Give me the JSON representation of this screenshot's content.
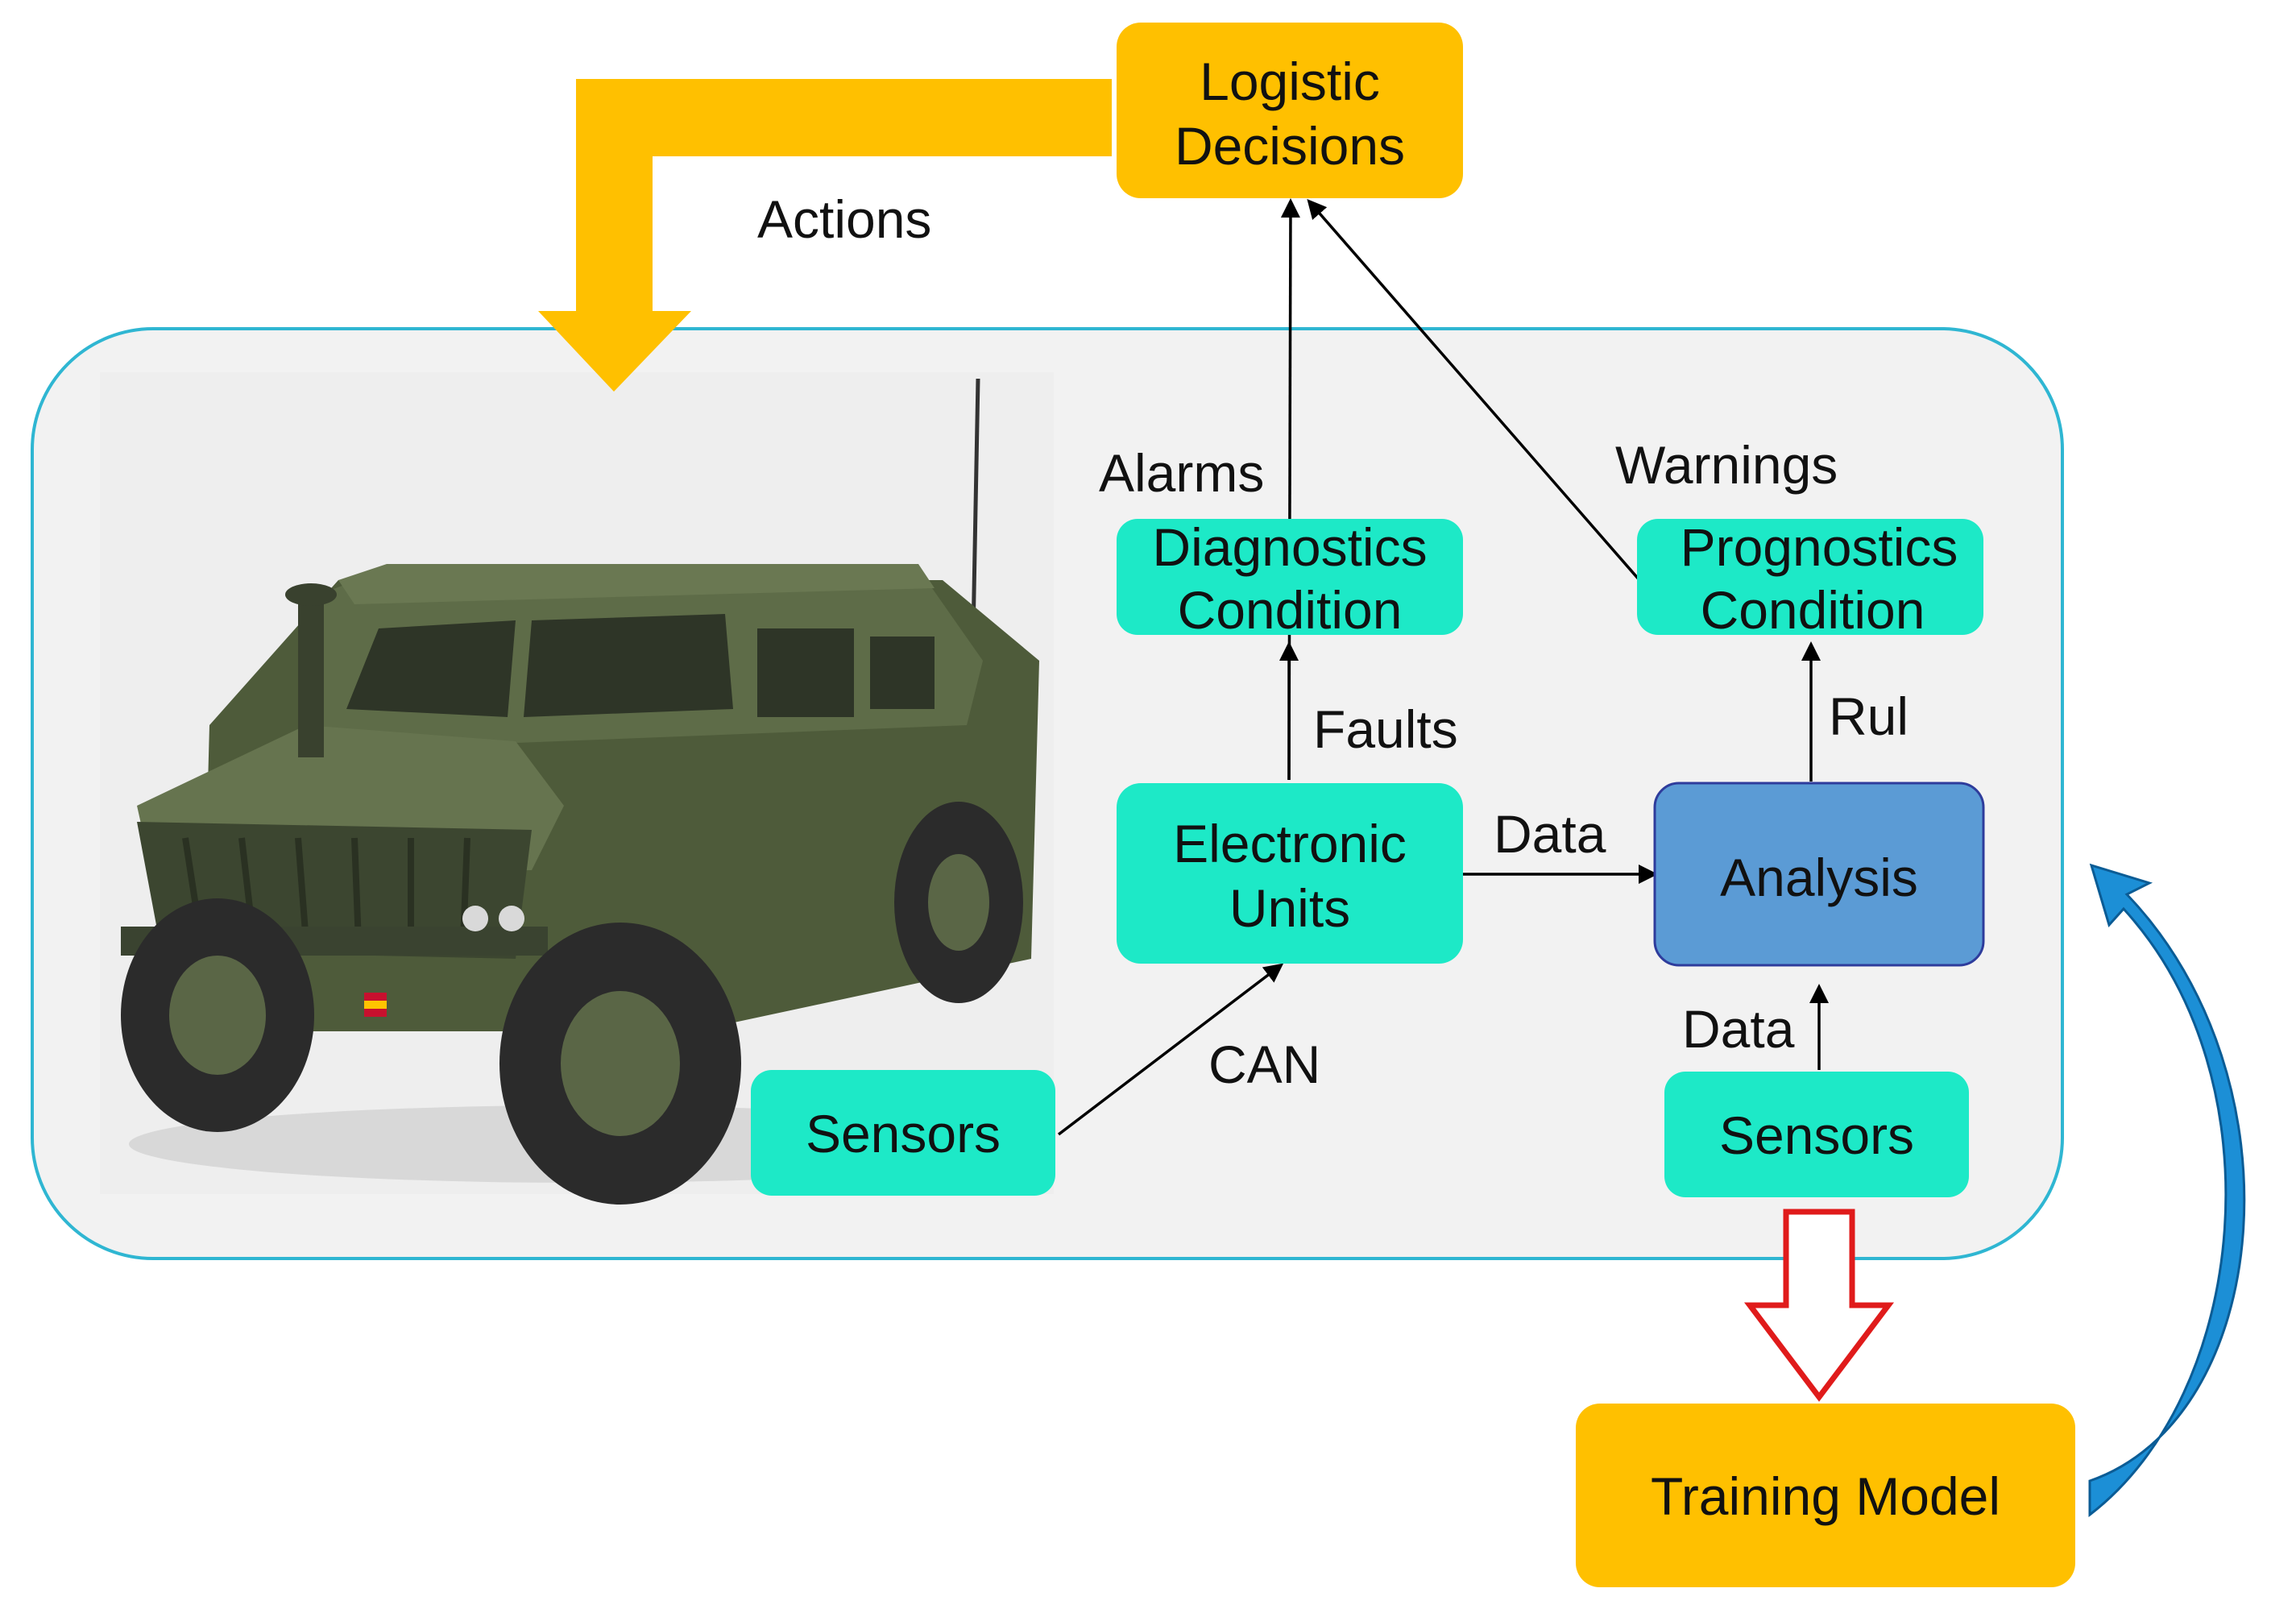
{
  "nodes": {
    "logistic_decisions": {
      "line1": "Logistic",
      "line2": "Decisions"
    },
    "diagnostics_condition": {
      "line1": "Diagnostics",
      "line2": "Condition"
    },
    "prognostics_condition": {
      "line1": "Prognostics",
      "line2": "Condition"
    },
    "electronic_units": {
      "line1": "Electronic",
      "line2": "Units"
    },
    "analysis": {
      "label": "Analysis"
    },
    "sensors_vehicle": {
      "label": "Sensors"
    },
    "sensors_data": {
      "label": "Sensors"
    },
    "training_model": {
      "label": "Training Model"
    }
  },
  "edge_labels": {
    "actions": "Actions",
    "alarms": "Alarms",
    "warnings": "Warnings",
    "faults": "Faults",
    "rul": "Rul",
    "data_units_to_analysis": "Data",
    "data_sensors_to_analysis": "Data",
    "can": "CAN"
  },
  "colors": {
    "orange": "#FFC000",
    "cyan": "#1DE9C7",
    "analysis_fill": "#5B9BD5",
    "analysis_border": "#2E3C9C",
    "panel_fill": "#F2F2F2",
    "panel_border": "#2FB6D2",
    "red_arrow": "#E01B1B",
    "blue_arrow": "#1C8FD6",
    "vehicle_green": "#55633F"
  },
  "vehicle_image": {
    "icon": "armored-vehicle-icon"
  }
}
